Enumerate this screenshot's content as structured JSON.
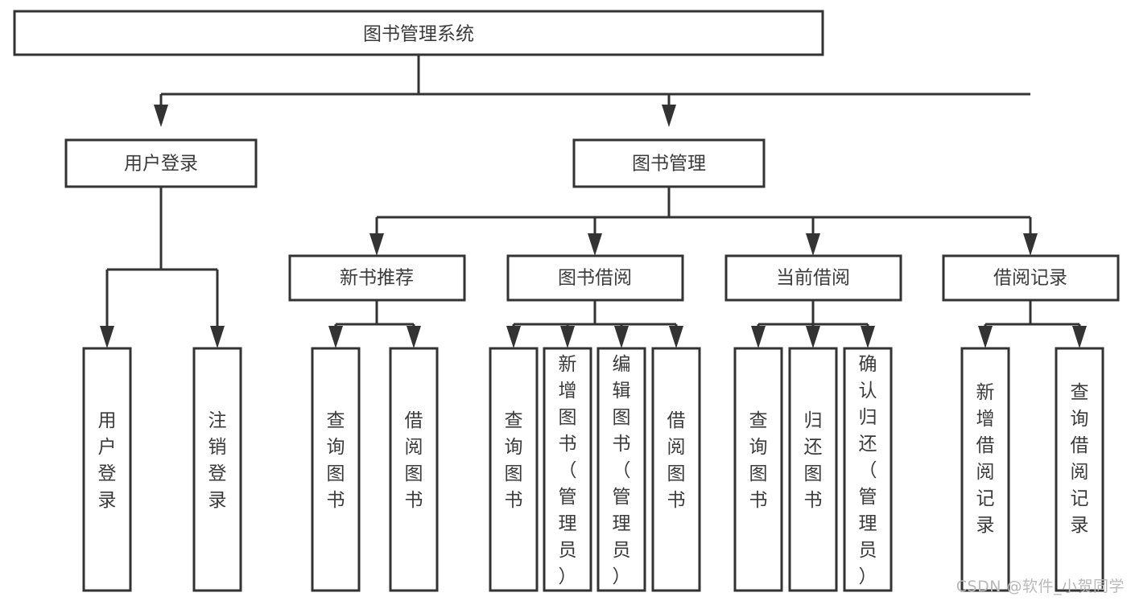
{
  "diagram": {
    "type": "tree-hierarchy",
    "title": "图书管理系统",
    "watermark": "CSDN @软件_小贺同学",
    "colors": {
      "stroke": "#333333",
      "text": "#3b3b3b",
      "background": "#ffffff",
      "watermark": "#b9b9b9"
    },
    "levels": {
      "level1": [
        {
          "id": "root",
          "label": "图书管理系统",
          "orientation": "horizontal"
        }
      ],
      "level2": [
        {
          "id": "user-login",
          "label": "用户登录",
          "orientation": "horizontal",
          "parent": "root"
        },
        {
          "id": "book-management",
          "label": "图书管理",
          "orientation": "horizontal",
          "parent": "root"
        }
      ],
      "level3": [
        {
          "id": "new-book-recommend",
          "label": "新书推荐",
          "orientation": "horizontal",
          "parent": "book-management"
        },
        {
          "id": "book-borrow",
          "label": "图书借阅",
          "orientation": "horizontal",
          "parent": "book-management"
        },
        {
          "id": "current-borrow",
          "label": "当前借阅",
          "orientation": "horizontal",
          "parent": "book-management"
        },
        {
          "id": "borrow-record",
          "label": "借阅记录",
          "orientation": "horizontal",
          "parent": "book-management"
        }
      ],
      "level4": [
        {
          "id": "leaf-user-login",
          "label": "用户登录",
          "orientation": "vertical",
          "parent": "user-login"
        },
        {
          "id": "leaf-user-logout",
          "label": "注销登录",
          "orientation": "vertical",
          "parent": "user-login"
        },
        {
          "id": "leaf-query-book-1",
          "label": "查询图书",
          "orientation": "vertical",
          "parent": "new-book-recommend"
        },
        {
          "id": "leaf-borrow-book-1",
          "label": "借阅图书",
          "orientation": "vertical",
          "parent": "new-book-recommend"
        },
        {
          "id": "leaf-query-book-2",
          "label": "查询图书",
          "orientation": "vertical",
          "parent": "book-borrow"
        },
        {
          "id": "leaf-add-book",
          "label": "新增图书（管理员）",
          "orientation": "vertical",
          "parent": "book-borrow"
        },
        {
          "id": "leaf-edit-book",
          "label": "编辑图书（管理员）",
          "orientation": "vertical",
          "parent": "book-borrow"
        },
        {
          "id": "leaf-borrow-book-2",
          "label": "借阅图书",
          "orientation": "vertical",
          "parent": "book-borrow"
        },
        {
          "id": "leaf-query-book-3",
          "label": "查询图书",
          "orientation": "vertical",
          "parent": "current-borrow"
        },
        {
          "id": "leaf-return-book",
          "label": "归还图书",
          "orientation": "vertical",
          "parent": "current-borrow"
        },
        {
          "id": "leaf-confirm-return",
          "label": "确认归还（管理员）",
          "orientation": "vertical",
          "parent": "current-borrow"
        },
        {
          "id": "leaf-add-record",
          "label": "新增借阅记录",
          "orientation": "vertical",
          "parent": "borrow-record"
        },
        {
          "id": "leaf-query-record",
          "label": "查询借阅记录",
          "orientation": "vertical",
          "parent": "borrow-record"
        }
      ]
    }
  }
}
